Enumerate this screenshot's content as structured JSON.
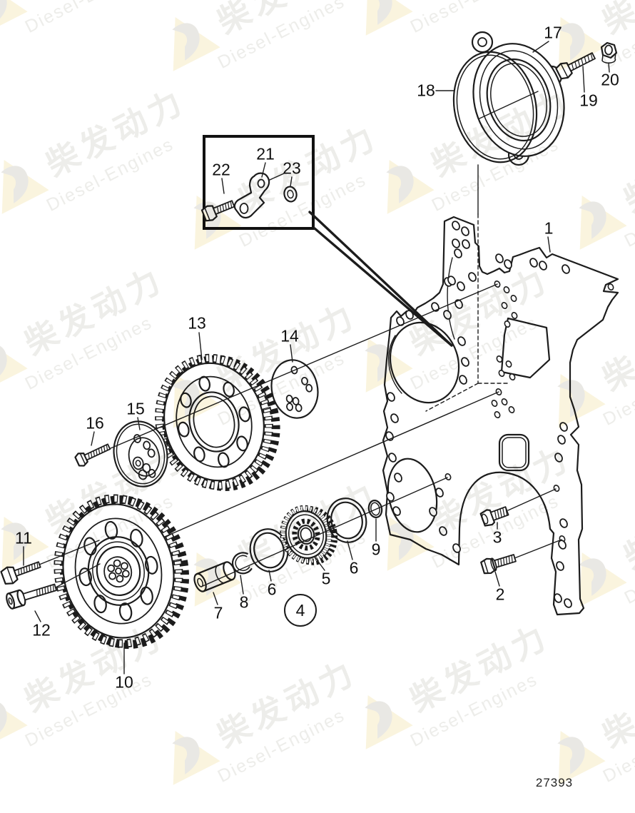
{
  "watermark": {
    "cn": "柴发动力",
    "en": "Diesel-Engines"
  },
  "drawing_number": "27393",
  "labels": [
    "1",
    "2",
    "3",
    "4",
    "5",
    "6",
    "6",
    "7",
    "8",
    "9",
    "10",
    "11",
    "12",
    "13",
    "14",
    "15",
    "16",
    "17",
    "18",
    "19",
    "20",
    "21",
    "22",
    "23"
  ]
}
